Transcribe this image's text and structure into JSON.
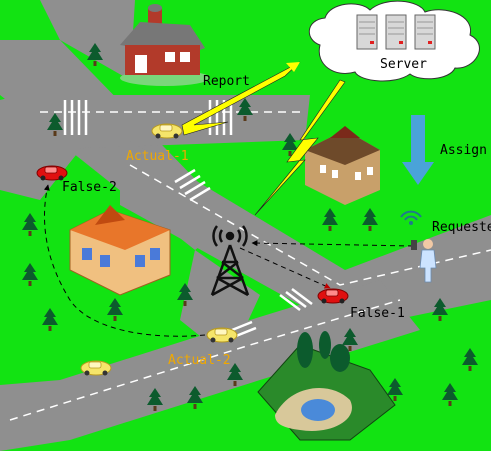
{
  "labels": {
    "report": "Report",
    "server": "Server",
    "assign": "Assign",
    "requester": "Requester",
    "actual_1": "Actual-1",
    "actual_2": "Actual-2",
    "false_1": "False-1",
    "false_2": "False-2"
  },
  "colors": {
    "ground": "#12e312",
    "road": "#8f8f8f",
    "road_marking": "#ffffff",
    "actual_label": "#f0a800",
    "default_label": "#000000",
    "assign_arrow": "#4aa3d9",
    "lightning": "#ffff00",
    "car_real": "#f5e56a",
    "car_false": "#e01010",
    "tree": "#0c5b2d",
    "tower": "#111111"
  },
  "icons": {
    "barn": "barn-icon",
    "server": "server-rack-icon",
    "school": "school-building-icon",
    "mall": "shopping-mall-icon",
    "tower": "cell-tower-icon",
    "requester": "person-with-phone-icon",
    "park": "park-icon",
    "tree": "tree-icon",
    "cloud": "cloud-icon"
  }
}
